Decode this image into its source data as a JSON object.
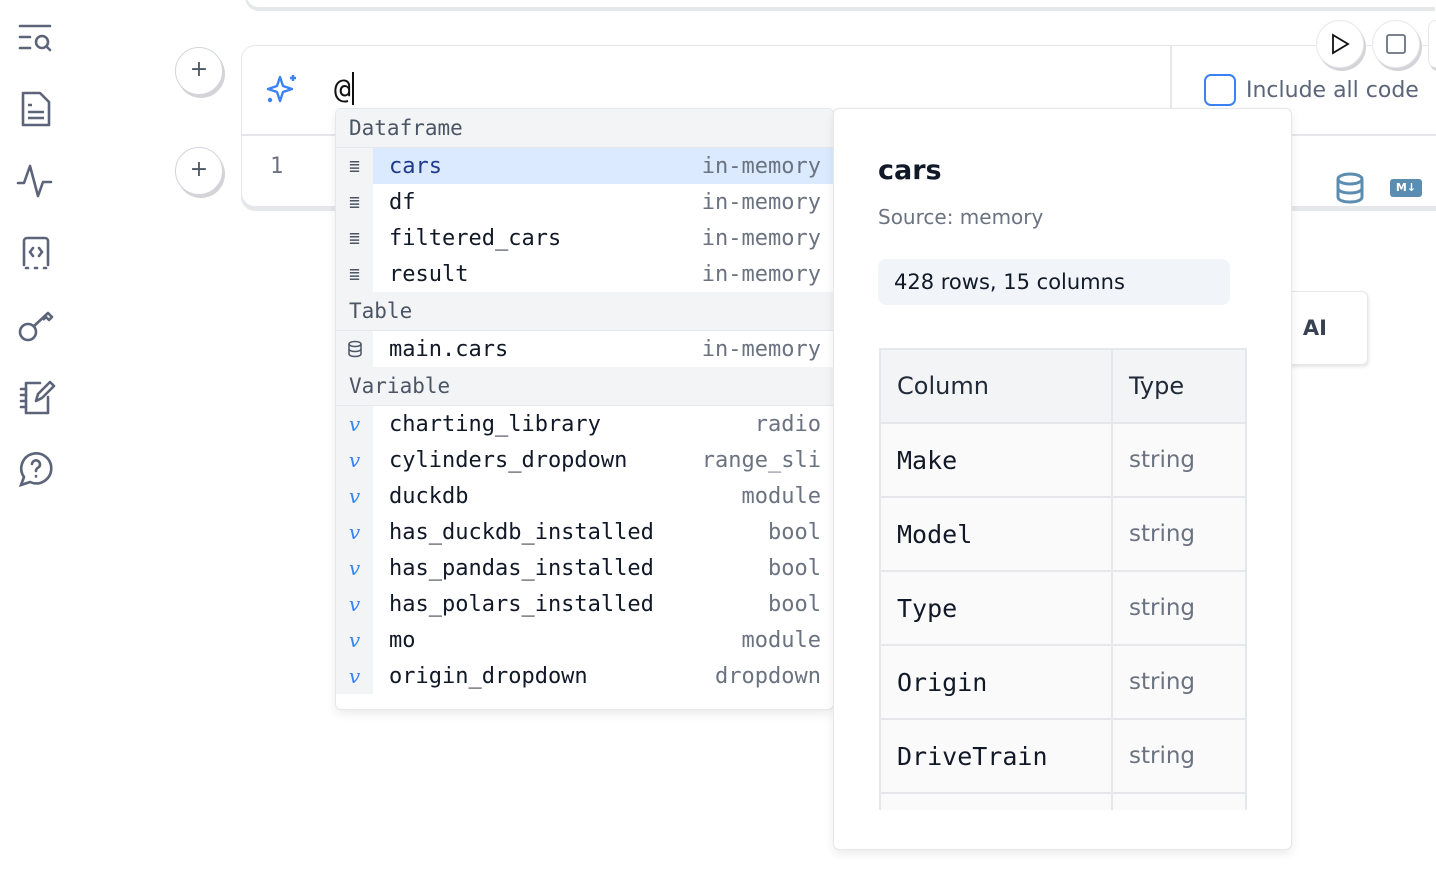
{
  "sidebar": {
    "icons": [
      "search-list-icon",
      "file-text-icon",
      "activity-icon",
      "code-braces-icon",
      "key-icon",
      "notebook-pen-icon",
      "help-circle-icon"
    ]
  },
  "cell": {
    "ai_input": "@",
    "line_number": "1",
    "include_all_code_label": "Include all code",
    "include_all_code_checked": false,
    "partial_button_label": "AI"
  },
  "autocomplete": {
    "groups": [
      {
        "label": "Dataframe",
        "items": [
          {
            "name": "cars",
            "type": "in-memory",
            "selected": true
          },
          {
            "name": "df",
            "type": "in-memory"
          },
          {
            "name": "filtered_cars",
            "type": "in-memory"
          },
          {
            "name": "result",
            "type": "in-memory"
          }
        ]
      },
      {
        "label": "Table",
        "items": [
          {
            "name": "main.cars",
            "type": "in-memory"
          }
        ]
      },
      {
        "label": "Variable",
        "items": [
          {
            "name": "charting_library",
            "type": "radio"
          },
          {
            "name": "cylinders_dropdown",
            "type": "range_sli"
          },
          {
            "name": "duckdb",
            "type": "module"
          },
          {
            "name": "has_duckdb_installed",
            "type": "bool"
          },
          {
            "name": "has_pandas_installed",
            "type": "bool"
          },
          {
            "name": "has_polars_installed",
            "type": "bool"
          },
          {
            "name": "mo",
            "type": "module"
          },
          {
            "name": "origin_dropdown",
            "type": "dropdown"
          }
        ]
      }
    ]
  },
  "info": {
    "title": "cars",
    "source": "Source: memory",
    "stats": "428 rows, 15 columns",
    "headers": [
      "Column",
      "Type"
    ],
    "rows": [
      [
        "Make",
        "string"
      ],
      [
        "Model",
        "string"
      ],
      [
        "Type",
        "string"
      ],
      [
        "Origin",
        "string"
      ],
      [
        "DriveTrain",
        "string"
      ]
    ]
  },
  "colors": {
    "accent": "#3b82f6",
    "selected_bg": "#dbeafe",
    "icon_gray": "#5b6478"
  }
}
